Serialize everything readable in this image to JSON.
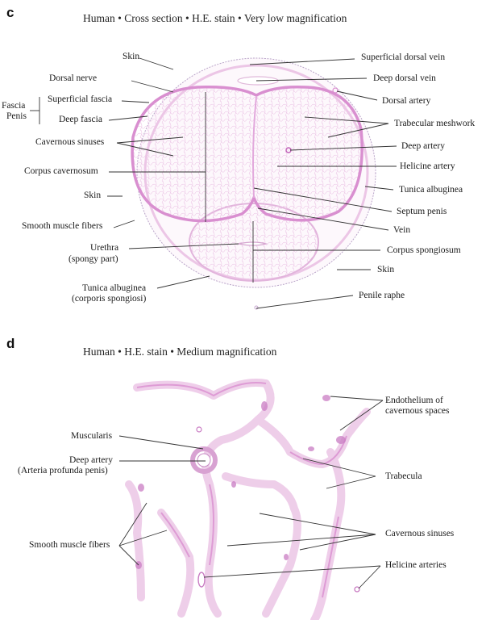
{
  "panels": {
    "c": {
      "letter": "c",
      "title": "Human • Cross section • H.E. stain • Very low magnification",
      "bracket_label_line1": "Fascia",
      "bracket_label_line2": "Penis",
      "labels_left": {
        "skin_top": "Skin",
        "dorsal_nerve": "Dorsal nerve",
        "superficial_fascia": "Superficial fascia",
        "deep_fascia": "Deep fascia",
        "cavernous_sinuses": "Cavernous sinuses",
        "corpus_cavernosum": "Corpus cavernosum",
        "skin_mid": "Skin",
        "smooth_muscle_fibers": "Smooth muscle fibers",
        "urethra_line1": "Urethra",
        "urethra_line2": "(spongy part)",
        "tunica_spongiosi_line1": "Tunica albuginea",
        "tunica_spongiosi_line2": "(corporis spongiosi)"
      },
      "labels_right": {
        "superficial_dorsal_vein": "Superficial dorsal vein",
        "deep_dorsal_vein": "Deep dorsal vein",
        "dorsal_artery": "Dorsal artery",
        "trabecular_meshwork": "Trabecular meshwork",
        "deep_artery": "Deep artery",
        "helicine_artery": "Helicine artery",
        "tunica_albuginea": "Tunica albuginea",
        "septum_penis": "Septum penis",
        "vein": "Vein",
        "corpus_spongiosum": "Corpus spongiosum",
        "skin_bottom": "Skin",
        "penile_raphe": "Penile raphe"
      }
    },
    "d": {
      "letter": "d",
      "title": "Human • H.E. stain • Medium magnification",
      "labels_left": {
        "muscularis": "Muscularis",
        "deep_artery_line1": "Deep artery",
        "deep_artery_line2": "(Arteria profunda penis)",
        "smooth_muscle_fibers": "Smooth muscle fibers"
      },
      "labels_right": {
        "endothelium_line1": "Endothelium of",
        "endothelium_line2": "cavernous spaces",
        "trabecula": "Trabecula",
        "cavernous_sinuses": "Cavernous sinuses",
        "helicine_arteries": "Helicine arteries"
      }
    }
  },
  "colors": {
    "stain_pink": "#d98fd0",
    "stain_light": "#ecc6e6",
    "stain_dark": "#c060b8",
    "leader_line": "#333333"
  }
}
